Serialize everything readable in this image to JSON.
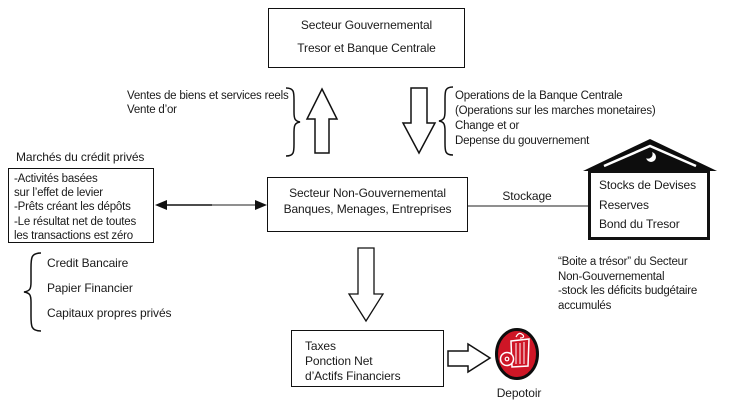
{
  "top_box": {
    "line1": "Secteur Gouvernemental",
    "line2": "Tresor et Banque Centrale"
  },
  "up_flow": {
    "line1": "Ventes de biens et services reels",
    "line2": "Vente d’or"
  },
  "down_flow": {
    "line1": "Operations de la Banque Centrale",
    "line2": "(Operations sur les marches monetaires)",
    "line3": "Change et or",
    "line4": "Depense du gouvernement"
  },
  "credit_markets": {
    "title": "Marchés du crédit privés",
    "lines": [
      "-Activités basées",
      "sur l’effet de levier",
      "-Prêts créant les dépôts",
      "-Le résultat net de toutes",
      "les transactions est zéro"
    ]
  },
  "center_box": {
    "line1": "Secteur Non-Gouvernemental",
    "line2": "Banques, Menages, Entreprises"
  },
  "stockage_label": "Stockage",
  "treasure_box": {
    "items": [
      "Stocks de Devises",
      "Reserves",
      "Bond du Tresor"
    ]
  },
  "credit_instruments": [
    "Credit Bancaire",
    "Papier Financier",
    "Capitaux propres privés"
  ],
  "treasure_note": {
    "lines": [
      "“Boite a trésor” du Secteur",
      "Non-Gouvernemental",
      "-stock les déficits budgétaire",
      "accumulés"
    ]
  },
  "taxes_box": {
    "lines": [
      "Taxes",
      "Ponction Net",
      "d’Actifs Financiers"
    ]
  },
  "depotoir_label": "Depotoir",
  "colors": {
    "bin_red": "#ce1626",
    "connector_gray": "#8f8f8f",
    "ink": "#1a1a1a"
  }
}
